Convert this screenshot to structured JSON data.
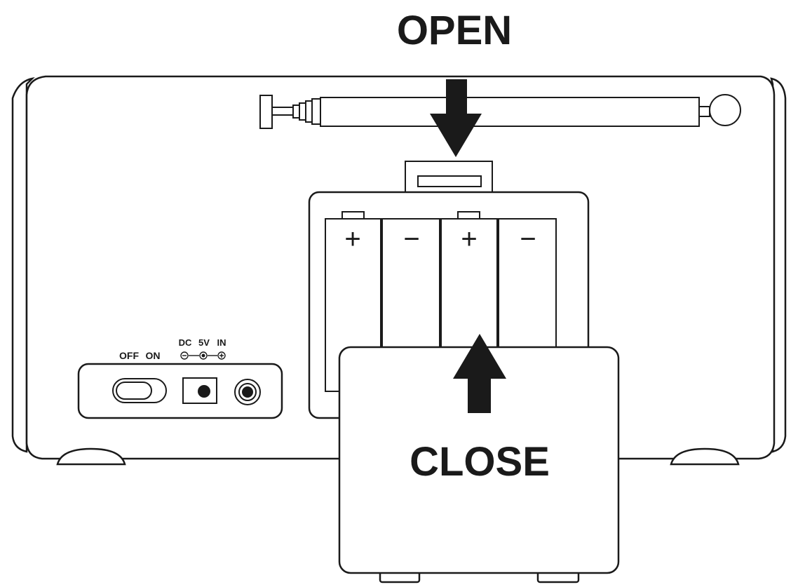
{
  "labels": {
    "open": "OPEN",
    "close": "CLOSE",
    "power_off": "OFF",
    "power_on": "ON",
    "dc": "DC",
    "voltage": "5V",
    "input": "IN"
  },
  "battery_cells": [
    {
      "polarity": "+"
    },
    {
      "polarity": "−"
    },
    {
      "polarity": "+"
    },
    {
      "polarity": "−"
    }
  ],
  "colors": {
    "stroke": "#1a1a1a",
    "background": "#ffffff"
  }
}
